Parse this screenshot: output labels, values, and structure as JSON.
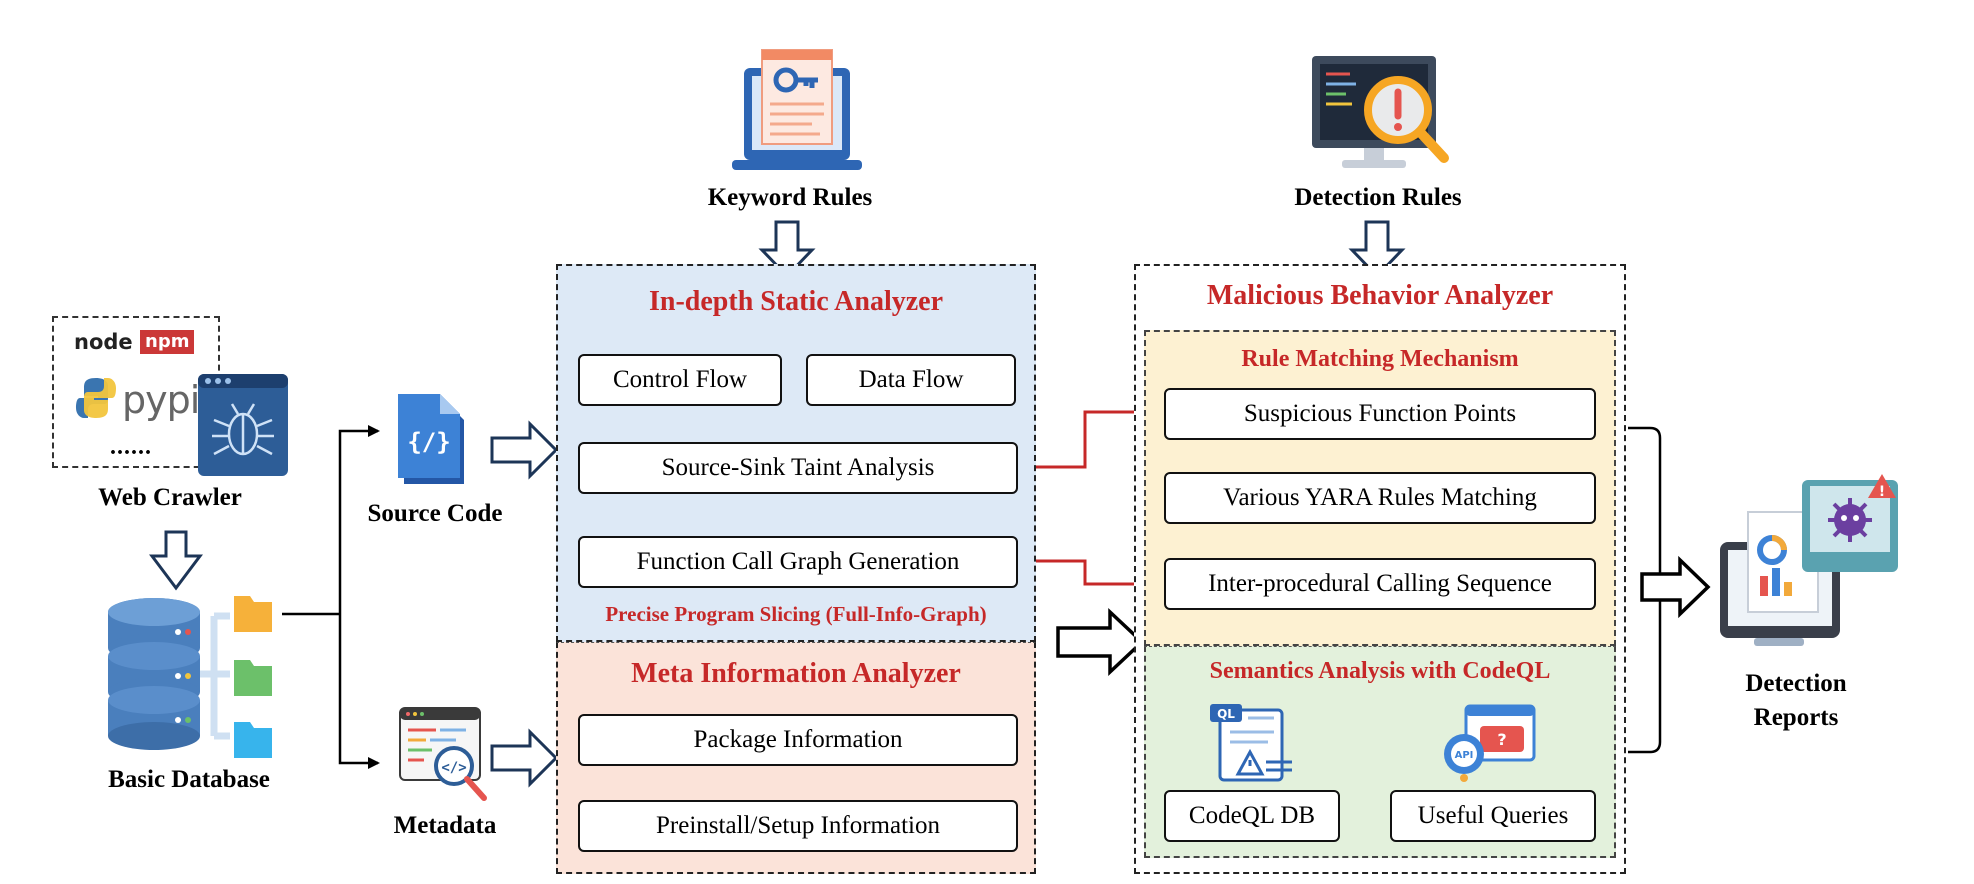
{
  "inputs": {
    "web_crawler": "Web Crawler",
    "crawler_sources": [
      "node",
      "npm",
      "pypi",
      "......"
    ],
    "basic_database": "Basic Database",
    "source_code": "Source Code",
    "metadata": "Metadata"
  },
  "rules": {
    "keyword_rules": "Keyword Rules",
    "detection_rules": "Detection Rules"
  },
  "static_analyzer": {
    "title": "In-depth Static Analyzer",
    "control_flow": "Control Flow",
    "data_flow": "Data Flow",
    "taint_analysis": "Source-Sink Taint Analysis",
    "call_graph": "Function Call Graph Generation",
    "slicing": "Precise Program Slicing (Full-Info-Graph)"
  },
  "meta_analyzer": {
    "title": "Meta Information Analyzer",
    "package_info": "Package Information",
    "setup_info": "Preinstall/Setup Information"
  },
  "malicious_analyzer": {
    "title": "Malicious Behavior Analyzer",
    "rule_matching_title": "Rule Matching Mechanism",
    "suspicious_points": "Suspicious Function Points",
    "yara_matching": "Various YARA Rules Matching",
    "calling_sequence": "Inter-procedural Calling Sequence",
    "codeql_title": "Semantics Analysis with CodeQL",
    "codeql_db": "CodeQL DB",
    "useful_queries": "Useful Queries",
    "codeql_icon_text": "QL",
    "api_icon_text": "API"
  },
  "output": {
    "line1": "Detection",
    "line2": "Reports"
  },
  "colors": {
    "accent_red": "#c62828",
    "static_bg": "#dde9f6",
    "meta_bg": "#fbe3d9",
    "rule_bg": "#fdf1d2",
    "codeql_bg": "#e3f1dc"
  }
}
